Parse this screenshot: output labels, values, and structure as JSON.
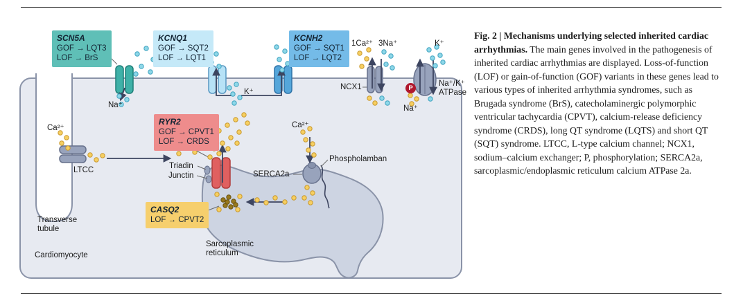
{
  "caption": {
    "title": "Fig. 2 | Mechanisms underlying selected inherited cardiac arrhythmias.",
    "body": " The main genes involved in the pathogenesis of inherited cardiac arrhythmias are displayed. Loss-of-function (LOF) or gain-of-function (GOF) variants in these genes lead to various types of inherited arrhythmia syndromes, such as Brugada syndrome (BrS), catecholaminergic polymorphic ventricular tachycardia (CPVT), calcium-release deficiency syndrome (CRDS), long QT syndrome (LQTS) and short QT (SQT) syndrome. LTCC, L-type calcium channel; NCX1, sodium–calcium exchanger; P, phosphorylation; SERCA2a, sarcoplasmic/endoplasmic reticulum calcium ATPase 2a."
  },
  "gene_boxes": {
    "scn5a": {
      "name": "SCN5A",
      "gof": "GOF → LQT3",
      "lof": "LOF → BrS"
    },
    "kcnq1": {
      "name": "KCNQ1",
      "gof": "GOF → SQT2",
      "lof": "LOF → LQT1"
    },
    "kcnh2": {
      "name": "KCNH2",
      "gof": "GOF → SQT1",
      "lof": "LOF → LQT2"
    },
    "ryr2": {
      "name": "RYR2",
      "gof": "GOF → CPVT1",
      "lof": "LOF → CRDS"
    },
    "casq2": {
      "name": "CASQ2",
      "lof": "LOF → CPVT2"
    }
  },
  "labels": {
    "p_badge": "P",
    "na_scn5a": "Na⁺",
    "k_between": "K⁺",
    "one_ca": "1Ca²⁺",
    "three_na": "3Na⁺",
    "k_atpase": "K⁺",
    "ncx1": "NCX1",
    "atpase_line1": "Na⁺/K⁺",
    "atpase_line2": "ATPase",
    "na_atpase": "Na⁺",
    "ca_ltcc": "Ca²⁺",
    "ltcc": "LTCC",
    "triadin": "Triadin",
    "junctin": "Junctin",
    "serca2a": "SERCA2a",
    "phospholamban": "Phospholamban",
    "ca_serca": "Ca²⁺",
    "transverse_tubule": "Transverse tubule",
    "cardiomyocyte": "Cardiomyocyte",
    "sarcoplasmic_reticulum": "Sarcoplasmic reticulum"
  },
  "colors": {
    "scn5a_box": "#5fbfb7",
    "kcnq1_box": "#c5e9f8",
    "kcnh2_box": "#74bbe8",
    "ryr2_box": "#ee8c8c",
    "casq2_box": "#f6cf6d",
    "sodium_potassium_ion": "#8ed7e8",
    "calcium_ion": "#f6cf62",
    "phosphorylation_badge": "#b0182e",
    "cell_fill": "#e7eaf1",
    "sr_fill": "#cdd4e2",
    "membrane_stroke": "#8a93a8"
  }
}
